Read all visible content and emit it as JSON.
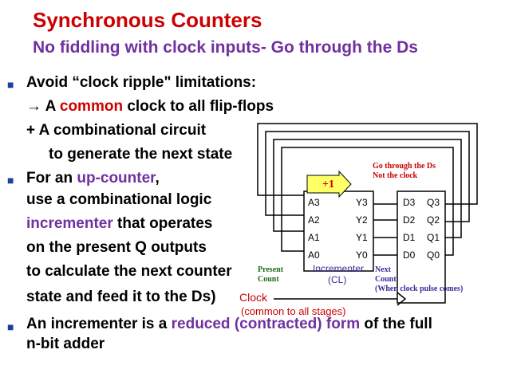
{
  "title": "Synchronous Counters",
  "subtitle": "No fiddling with clock inputs- Go through the Ds",
  "bullets": {
    "b1": "Avoid “clock ripple\" limitations:",
    "b1_sub1_arrow": "",
    "b1_sub1_pre": "A ",
    "b1_sub1_highlight": "common",
    "b1_sub1_post": " clock to all flip-flops",
    "b1_sub2": "+  A combinational circuit",
    "b1_sub3": "to generate the next state",
    "b2_pre": "For an ",
    "b2_highlight": "up-counter",
    "b2_post": ",",
    "b2_line2": "use a combinational logic",
    "b2_line3_highlight": "incrementer",
    "b2_line3_post": " that operates",
    "b2_line4": "on the present Q outputs",
    "b2_line5": "to calculate the next counter",
    "b2_line6": "state and feed it to the Ds)",
    "b3_pre": "An incrementer is a ",
    "b3_highlight": "reduced (contracted) form",
    "b3_post": " of the full",
    "b3_line2": "n-bit adder"
  },
  "diagram": {
    "plus_one": "+1",
    "incrementer_inputs": [
      "A3",
      "A2",
      "A1",
      "A0"
    ],
    "incrementer_outputs": [
      "Y3",
      "Y2",
      "Y1",
      "Y0"
    ],
    "incrementer_label": "Incrementer",
    "incrementer_sublabel": "(CL)",
    "register_inputs": [
      "D3",
      "D2",
      "D1",
      "D0"
    ],
    "register_outputs": [
      "Q3",
      "Q2",
      "Q1",
      "Q0"
    ],
    "present_count_line1": "Present",
    "present_count_line2": "Count",
    "next_count_line1": "Next",
    "next_count_line2": "Count",
    "next_count_note": "(When clock pulse comes)",
    "go_through_line1": "Go through the Ds",
    "go_through_line2": "Not the clock",
    "clock_label": "Clock",
    "clock_note": "(common to all stages)"
  },
  "colors": {
    "title": "#cc0000",
    "subtitle": "#7030a0",
    "highlight_red": "#cc0000",
    "highlight_purple": "#7030a0",
    "bullet": "#1f3f9f",
    "plus_one_box": "#ffff66",
    "present_count_text": "#1a6b1a"
  }
}
